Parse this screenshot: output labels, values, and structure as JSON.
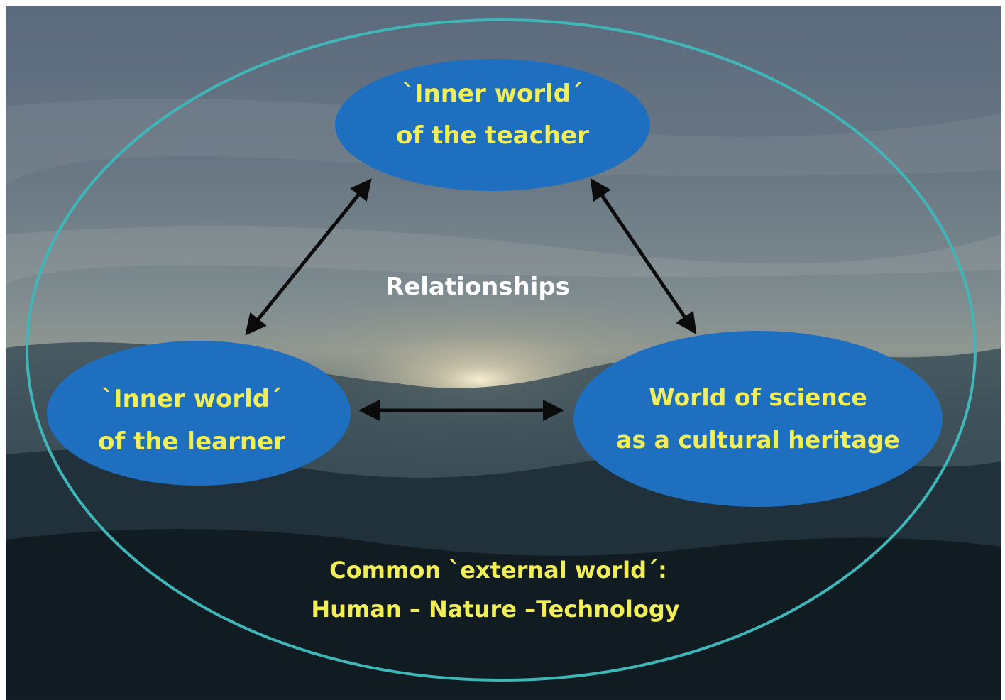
{
  "nodes": {
    "teacher": {
      "line1": "`Inner world´",
      "line2": "of the teacher"
    },
    "learner": {
      "line1": "`Inner world´",
      "line2": "of the learner"
    },
    "science": {
      "line1": "World of science",
      "line2": "as a cultural heritage"
    }
  },
  "center_label": "Relationships",
  "outer": {
    "line1": "Common `external world´:",
    "line2": "Human – Nature –Technology"
  },
  "colors": {
    "node_fill": "#1f6fc0",
    "node_text": "#f2ee56",
    "center_text": "#ffffff",
    "outer_ring": "#3fb6b8",
    "arrow": "#0b0b0b"
  }
}
